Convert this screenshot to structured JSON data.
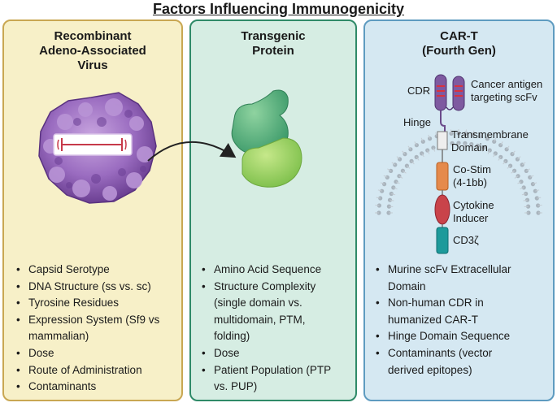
{
  "title": "Factors Influencing Immunogenicity",
  "panels": [
    {
      "title_lines": [
        "Recombinant",
        "Adeno-Associated",
        "Virus"
      ],
      "bullets": [
        "Capsid Serotype",
        "DNA Structure (ss vs. sc)",
        "Tyrosine Residues",
        [
          "Expression System (Sf9 vs",
          "mammalian)"
        ],
        "Dose",
        "Route of Administration",
        "Contaminants"
      ],
      "colors": {
        "background": "#f7f0c8",
        "border": "#c9a752"
      }
    },
    {
      "title_lines": [
        "Transgenic",
        "Protein"
      ],
      "bullets": [
        "Amino Acid Sequence",
        [
          "Structure Complexity",
          "(single domain vs.",
          "multidomain, PTM,",
          "folding)"
        ],
        "Dose",
        [
          "Patient Population (PTP",
          "vs. PUP)"
        ]
      ],
      "colors": {
        "background": "#d6ede3",
        "border": "#2f8a68"
      }
    },
    {
      "title_lines": [
        "CAR-T",
        "(Fourth Gen)"
      ],
      "bullets": [
        [
          "Murine scFv Extracellular",
          "Domain"
        ],
        [
          "Non-human CDR in",
          "humanized CAR-T"
        ],
        "Hinge Domain Sequence",
        [
          "Contaminants (vector",
          "derived epitopes)"
        ]
      ],
      "colors": {
        "background": "#d5e8f2",
        "border": "#5e9bc0"
      }
    }
  ],
  "car_labels": {
    "cdr": "CDR",
    "scfv": [
      "Cancer antigen",
      "targeting scFv"
    ],
    "hinge": "Hinge",
    "transmembrane": [
      "Transmembrane",
      "Domain"
    ],
    "costim": [
      "Co-Stim",
      "(4-1bb)"
    ],
    "cytokine": [
      "Cytokine",
      "Inducer"
    ],
    "cd3": "CD3ζ"
  },
  "colors": {
    "capsid": "#9a6cc0",
    "protein": "#6fbf7a",
    "scfv": "#7e5aa0",
    "costim": "#e58a4c",
    "cytokine": "#c9434a",
    "cd3": "#1d9a9b",
    "membrane": "#a9b4bd"
  }
}
